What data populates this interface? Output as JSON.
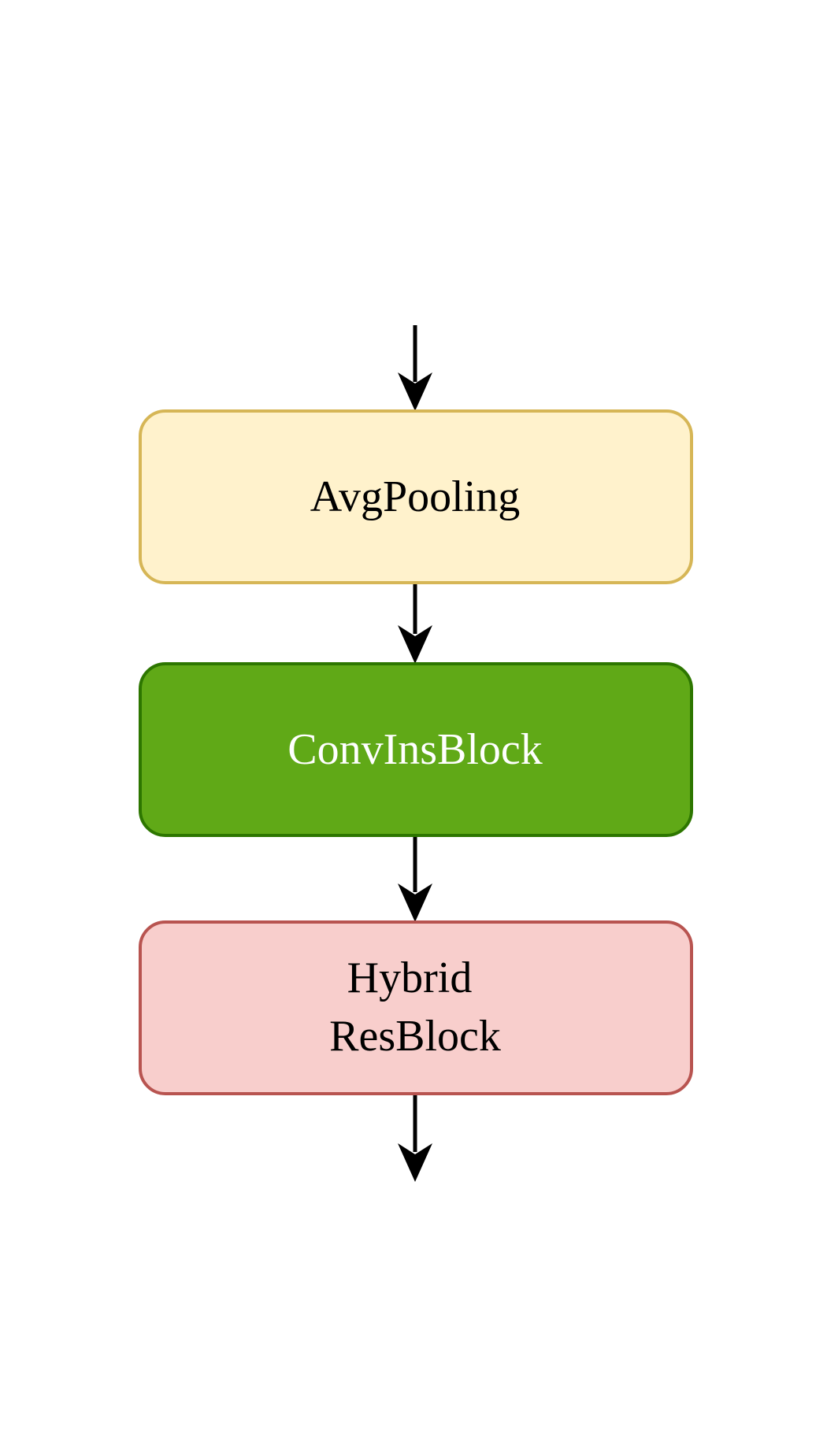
{
  "nodes": [
    {
      "id": "avgpooling",
      "lines": [
        "AvgPooling"
      ],
      "fill": "#fff2cc",
      "stroke": "#d6b656",
      "text_color": "#000000"
    },
    {
      "id": "convinsblock",
      "lines": [
        "ConvInsBlock"
      ],
      "fill": "#60a917",
      "stroke": "#2d7600",
      "text_color": "#ffffff"
    },
    {
      "id": "hybrid-resblock",
      "lines": [
        "Hybrid",
        "ResBlock"
      ],
      "fill": "#f8cecc",
      "stroke": "#b85450",
      "text_color": "#000000"
    }
  ],
  "edge_color": "#000000"
}
